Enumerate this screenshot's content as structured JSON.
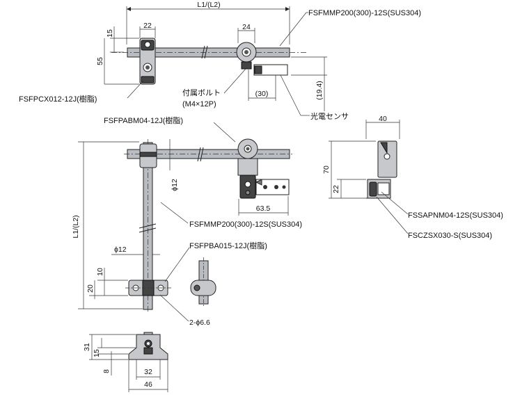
{
  "labels": {
    "top_pipe": "FSFMMP200(300)-12S(SUS304)",
    "top_clamp": "FSFPCX012-12J(樹脂)",
    "bolt_line1": "付属ボルト",
    "bolt_line2": "(M4×12P)",
    "photo_sensor": "光電センサ",
    "mid_clamp": "FSFPABM04-12J(樹脂)",
    "mid_pipe": "FSFMMP200(300)-12S(SUS304)",
    "base_part": "FSFPBA015-12J(樹脂)",
    "bracket1": "FSSAPNM04-12S(SUS304)",
    "bracket2": "FSCZSX030-S(SUS304)"
  },
  "dims": {
    "top_length": "L1/(L2)",
    "top_22": "22",
    "top_24": "24",
    "top_15": "15",
    "top_55": "55",
    "top_30": "(30)",
    "top_19_4": "(19.4)",
    "side_40": "40",
    "side_70": "70",
    "side_22": "22",
    "phi12_a": "ϕ12",
    "dim_63_5": "63.5",
    "vert_length": "L1/(L2)",
    "phi12_b": "ϕ12",
    "dim_10": "10",
    "dim_20": "20",
    "holes": "2-ϕ6.6",
    "bot_31": "31",
    "bot_15": "15",
    "bot_8": "8",
    "bot_32": "32",
    "bot_46": "46"
  }
}
